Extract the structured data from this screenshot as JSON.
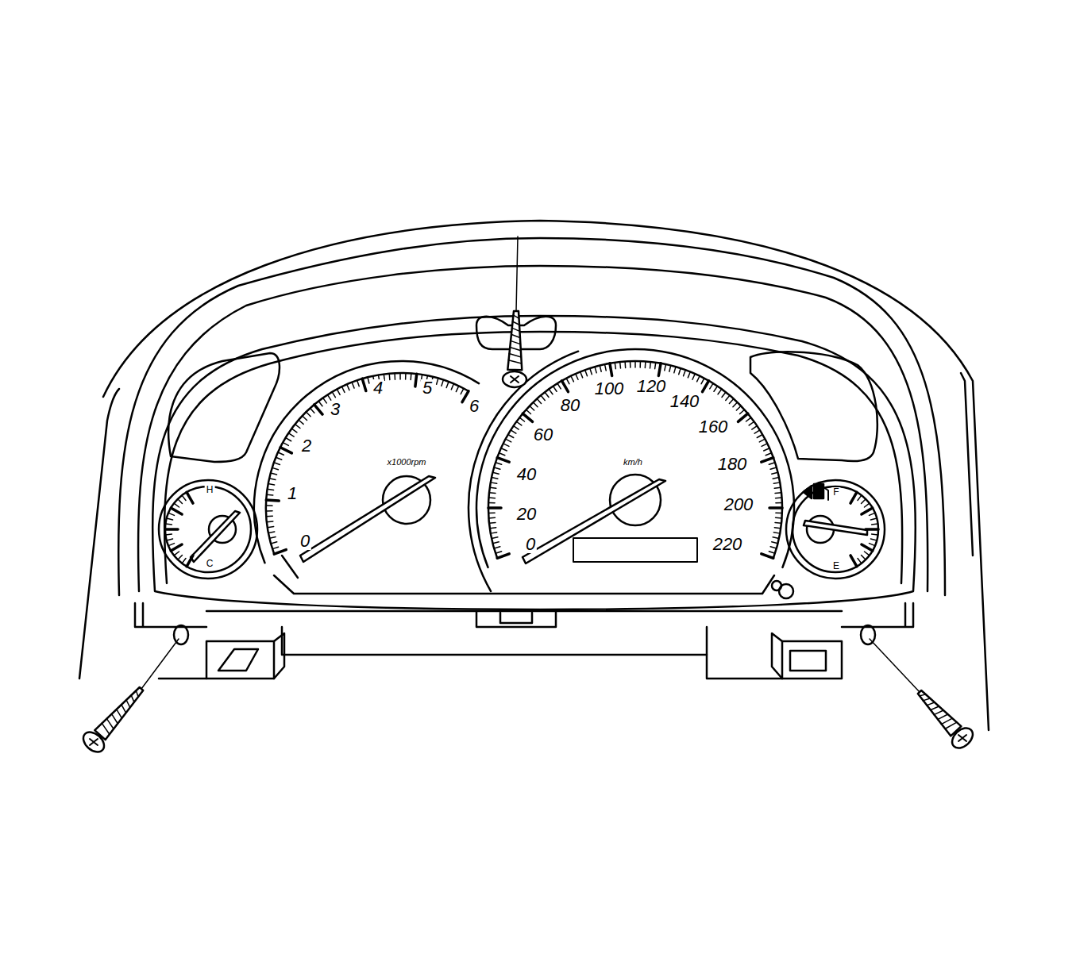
{
  "diagram": {
    "labels": [
      "0",
      "1",
      "2",
      "3",
      "4",
      "5",
      "6",
      "x1000rpm",
      "0",
      "20",
      "40",
      "60",
      "80",
      "100",
      "120",
      "140",
      "160",
      "180",
      "200",
      "220",
      "km/h",
      "H",
      "C",
      "F",
      "E"
    ]
  }
}
